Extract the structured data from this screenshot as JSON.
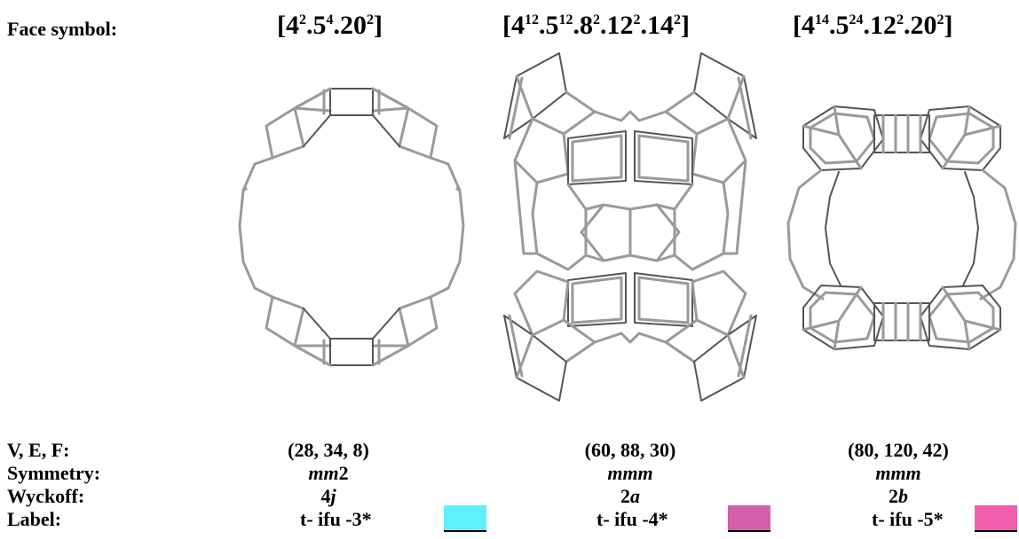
{
  "header": {
    "face_symbol_label": "Face symbol:"
  },
  "rows": {
    "vef_label": "V, E, F:",
    "symmetry_label": "Symmetry:",
    "wyckoff_label": "Wyckoff:",
    "label_label": "Label:"
  },
  "cages": [
    {
      "symbol": {
        "a": "[4",
        "a_sup": "2",
        "b": ".5",
        "b_sup": "4",
        "c": ".20",
        "c_sup": "2",
        "d": "]"
      },
      "vef": "(28, 34, 8)",
      "symmetry": {
        "italic": "mm",
        "plain": "2"
      },
      "wyckoff": {
        "plain": "4",
        "italic": "j"
      },
      "label": "t- ifu -3*",
      "color": "#5ff1fb"
    },
    {
      "symbol": {
        "a": "[4",
        "a_sup": "12",
        "b": ".5",
        "b_sup": "12",
        "c": ".8",
        "c_sup": "2",
        "d": ".12",
        "d_sup": "2",
        "e": ".14",
        "e_sup": "2",
        "f": "]"
      },
      "vef": "(60, 88, 30)",
      "symmetry": {
        "italic": "mmm",
        "plain": ""
      },
      "wyckoff": {
        "plain": "2",
        "italic": "a"
      },
      "label": "t- ifu -4*",
      "color": "#d45fad"
    },
    {
      "symbol": {
        "a": "[4",
        "a_sup": "14",
        "b": ".5",
        "b_sup": "24",
        "c": ".12",
        "c_sup": "2",
        "d": ".20",
        "d_sup": "2",
        "e": "]"
      },
      "vef": "(80, 120, 42)",
      "symmetry": {
        "italic": "mmm",
        "plain": ""
      },
      "wyckoff": {
        "plain": "2",
        "italic": "b"
      },
      "label": "t- ifu -5*",
      "color": "#f35fae"
    }
  ]
}
